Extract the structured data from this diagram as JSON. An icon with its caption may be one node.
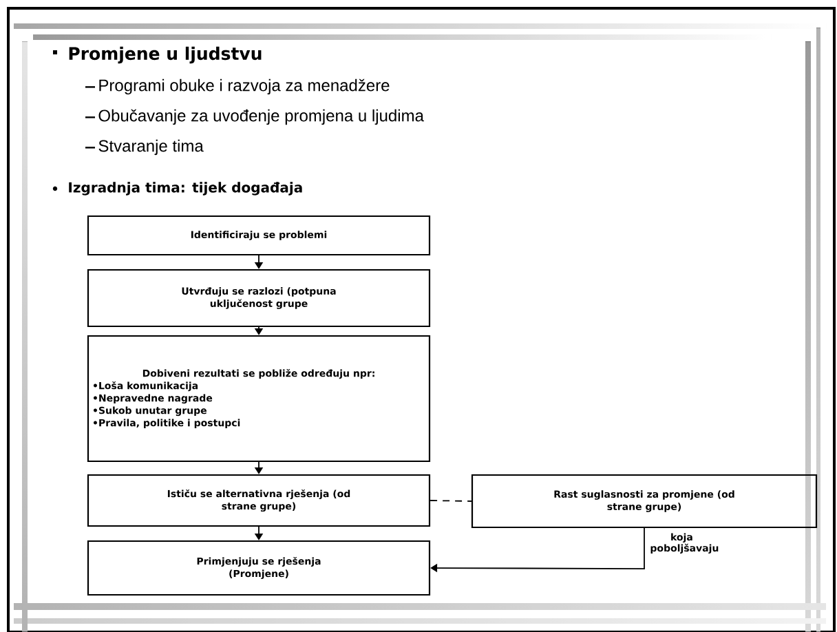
{
  "diagram": {
    "title": "Promjene u ljudstvu",
    "nodes": [
      {
        "text": [
          "Identificiraju se problemi"
        ]
      },
      {
        "text": [
          "Utvrđuju se razlozi (potpuna uključenost grupe"
        ]
      },
      {
        "text": [
          "Dobiveni rezultati se pobliže određuju npr:",
          "•Loša komunikacija",
          "•Nepravedne nagrade",
          "•Sukob unutar grupe",
          "•Pravila, politike i postupci"
        ]
      },
      {
        "text": [
          "Ističu se alternativna rješenja (od strane grupe)"
        ]
      },
      {
        "text": [
          "Primjenjuju se rješenja (Promjene)"
        ]
      },
      {
        "text": [
          "Rast suglasnosti za promjene (od strane grupe)"
        ]
      }
    ],
    "edges": [
      {
        "from": 0,
        "to": 1,
        "arrow": "to"
      },
      {
        "from": 1,
        "to": 2,
        "arrow": "to"
      },
      {
        "from": 2,
        "to": 3,
        "arrow": "to"
      },
      {
        "from": 3,
        "to": 4,
        "arrow": "to"
      },
      {
        "from": 3,
        "to": 5,
        "arrow": "none",
        "style": "dashed"
      },
      {
        "from": 5,
        "to": 4,
        "arrow": "to",
        "label": "koja poboljšavaju"
      }
    ],
    "labels": [
      "Programi obuke i razvoja za menadžere",
      "Obučavanje za uvođenje promjena u ljudima",
      "Stvaranje tima",
      "Izgradnja tima: tijek događaja"
    ]
  }
}
